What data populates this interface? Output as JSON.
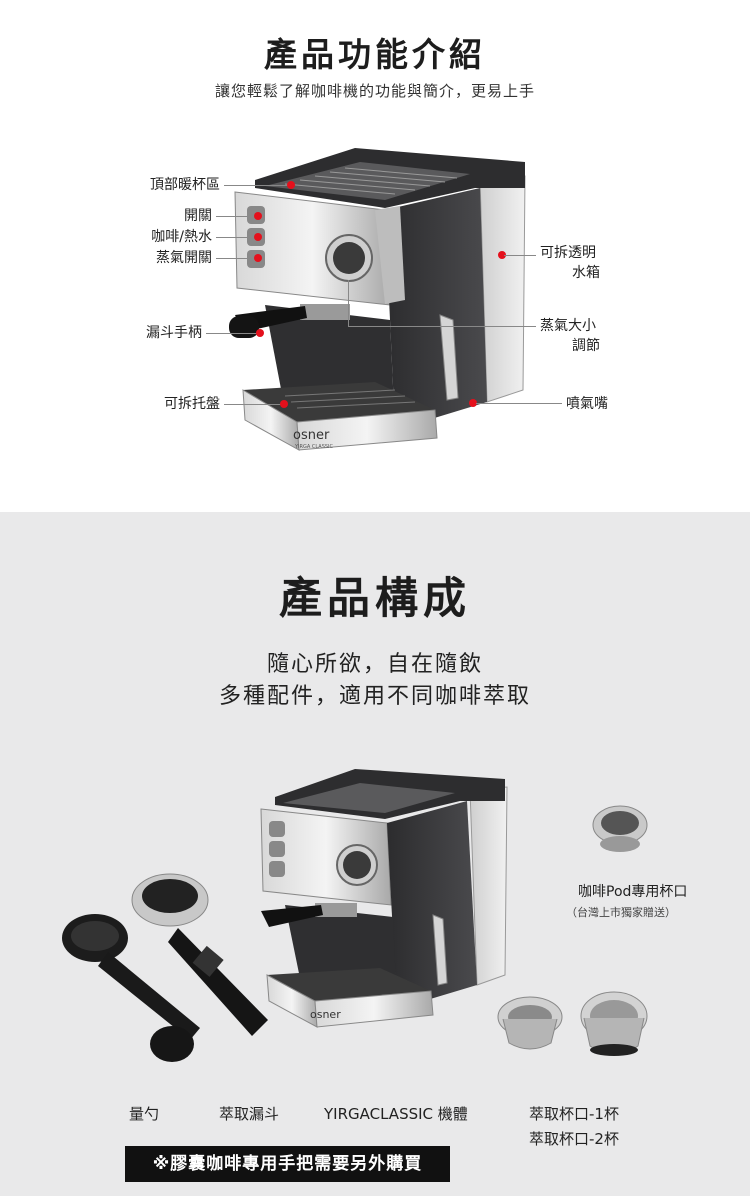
{
  "features": {
    "title": "產品功能介紹",
    "subtitle": "讓您輕鬆了解咖啡機的功能與簡介，更易上手",
    "labels": {
      "warming_area": "頂部暖杯區",
      "power": "開關",
      "coffee_hot_water": "咖啡/熱水",
      "steam_switch": "蒸氣開關",
      "water_tank_line1": "可拆透明",
      "water_tank_line2": "水箱",
      "portafilter": "漏斗手柄",
      "steam_adjust_line1": "蒸氣大小",
      "steam_adjust_line2": "調節",
      "drip_tray": "可拆托盤",
      "steam_nozzle": "噴氣嘴"
    },
    "brand": "osner",
    "model": "YIRGA CLASSIC"
  },
  "components": {
    "title": "產品構成",
    "line1": "隨心所欲，自在隨飲",
    "line2": "多種配件，適用不同咖啡萃取",
    "pod_cup": "咖啡Pod專用杯口",
    "pod_cup_note": "（台灣上市獨家贈送）",
    "captions": {
      "scoop": "量勺",
      "portafilter": "萃取漏斗",
      "machine": "YIRGACLASSIC 機體",
      "cup1": "萃取杯口-1杯",
      "cup2": "萃取杯口-2杯"
    },
    "notice": "※膠囊咖啡專用手把需要另外購買",
    "brand": "osner"
  },
  "colors": {
    "accent": "#e4101c",
    "section2_bg": "#e9e9ea",
    "notice_bg": "#111111"
  }
}
